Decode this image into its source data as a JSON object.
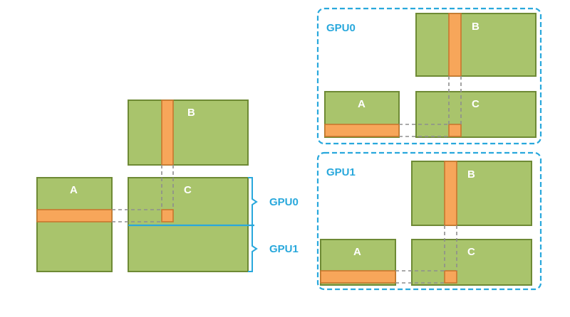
{
  "colors": {
    "matrix_fill": "#a9c46c",
    "matrix_border": "#6e8a35",
    "strip_fill": "#f7a65a",
    "accent": "#29a8dc",
    "guide": "#8e8e8e"
  },
  "left_diagram": {
    "matrix_a": "A",
    "matrix_b": "B",
    "matrix_c": "C",
    "partition_labels": [
      "GPU0",
      "GPU1"
    ]
  },
  "right_diagram": {
    "panels": [
      {
        "title": "GPU0",
        "matrix_a": "A",
        "matrix_b": "B",
        "matrix_c": "C"
      },
      {
        "title": "GPU1",
        "matrix_a": "A",
        "matrix_b": "B",
        "matrix_c": "C"
      }
    ]
  }
}
